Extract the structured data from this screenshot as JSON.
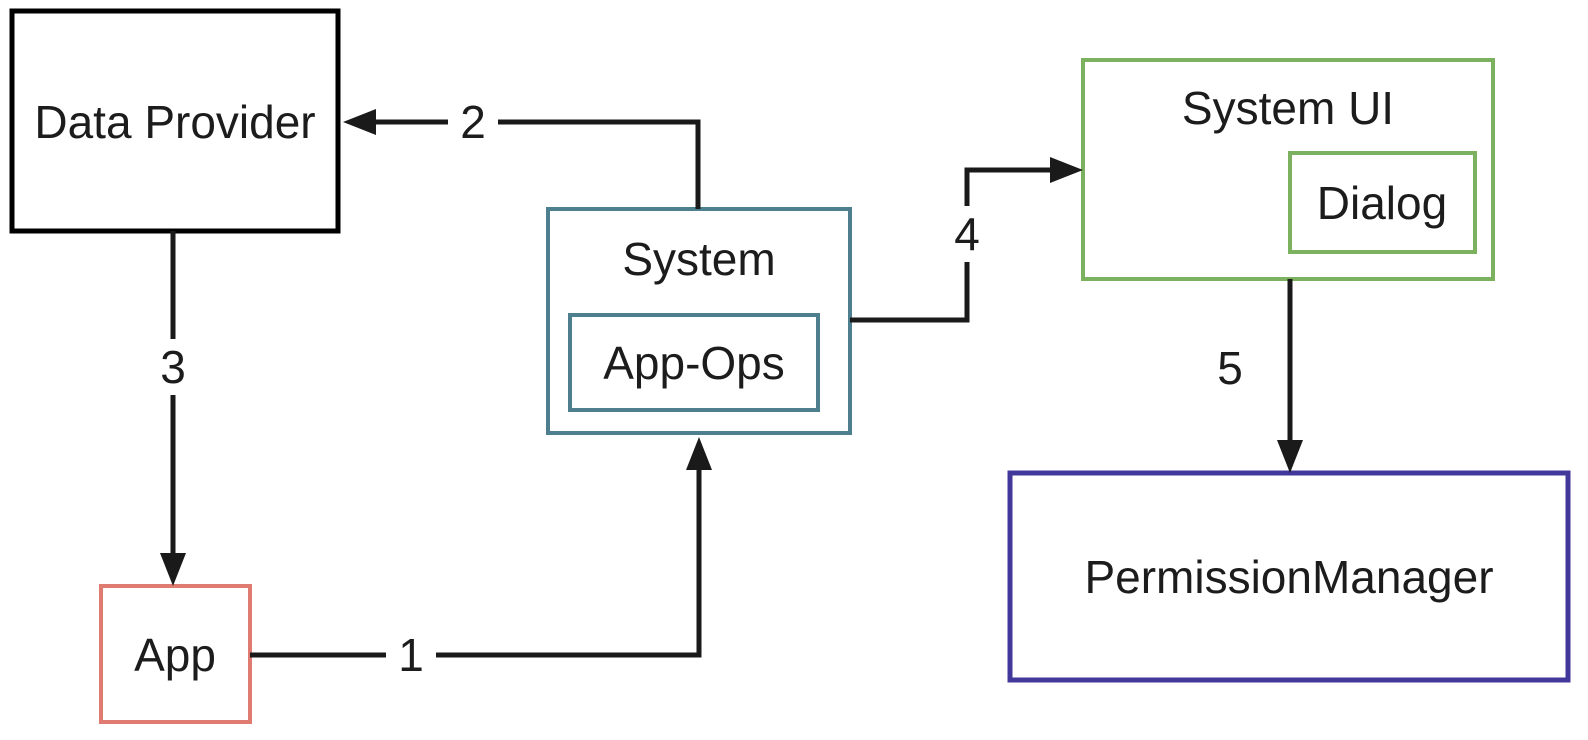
{
  "nodes": {
    "data_provider": {
      "label": "Data Provider",
      "border_color": "#000000"
    },
    "system": {
      "label": "System",
      "border_color": "#4e7f8e"
    },
    "app_ops": {
      "label": "App-Ops",
      "border_color": "#4e7f8e"
    },
    "system_ui": {
      "label": "System UI",
      "border_color": "#7cb25f"
    },
    "dialog": {
      "label": "Dialog",
      "border_color": "#7cb25f"
    },
    "permission_manager": {
      "label": "PermissionManager",
      "border_color": "#42389b"
    },
    "app": {
      "label": "App",
      "border_color": "#e07b72"
    }
  },
  "edges": {
    "e1": {
      "label": "1",
      "from": "App",
      "to": "System"
    },
    "e2": {
      "label": "2",
      "from": "System",
      "to": "Data Provider"
    },
    "e3": {
      "label": "3",
      "from": "Data Provider",
      "to": "App"
    },
    "e4": {
      "label": "4",
      "from": "System",
      "to": "System UI"
    },
    "e5": {
      "label": "5",
      "from": "System UI",
      "to": "PermissionManager"
    }
  },
  "colors": {
    "line": "#1a1a1a",
    "background": "#ffffff"
  }
}
